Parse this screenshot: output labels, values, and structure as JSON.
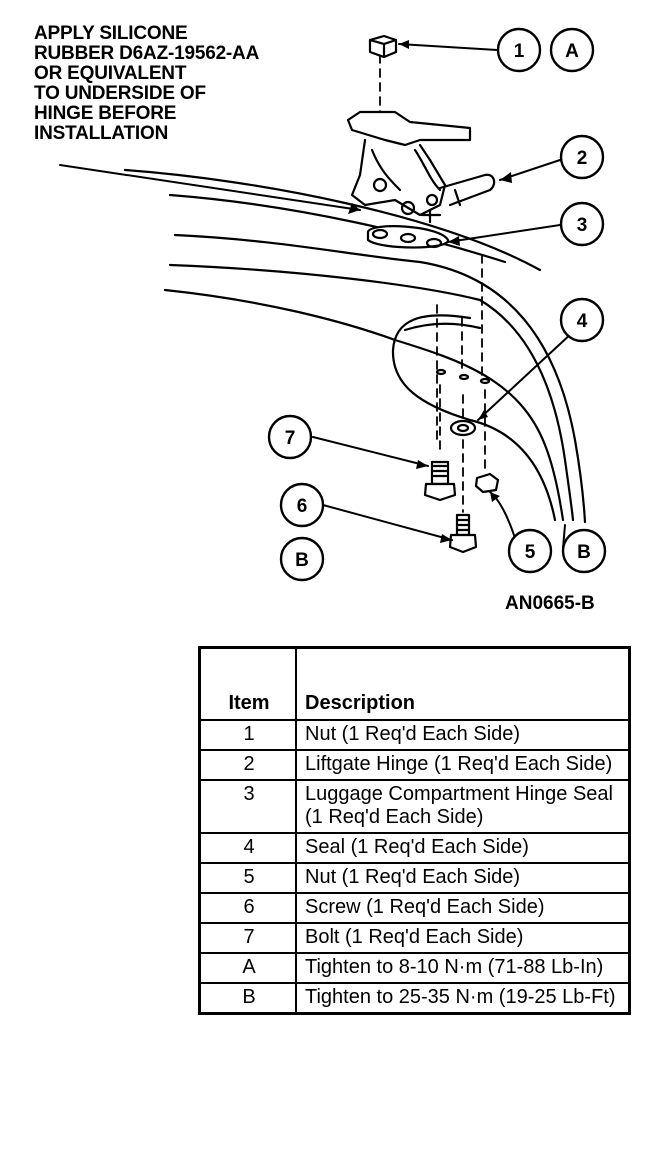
{
  "note": "APPLY SILICONE\nRUBBER D6AZ-19562-AA\nOR EQUIVALENT\nTO UNDERSIDE OF\nHINGE BEFORE\nINSTALLATION",
  "figure_id": "AN0665-B",
  "callouts": {
    "c1": "1",
    "cA_top": "A",
    "c2": "2",
    "c3": "3",
    "c4": "4",
    "c7": "7",
    "c6": "6",
    "cB_left": "B",
    "c5": "5",
    "cB_right": "B"
  },
  "table": {
    "headers": {
      "item": "Item",
      "description": "Description"
    },
    "rows": [
      {
        "item": "1",
        "description": "Nut (1 Req'd Each Side)"
      },
      {
        "item": "2",
        "description": "Liftgate Hinge (1 Req'd Each Side)"
      },
      {
        "item": "3",
        "description": "Luggage Compartment Hinge Seal (1 Req'd Each Side)"
      },
      {
        "item": "4",
        "description": "Seal (1 Req'd Each Side)"
      },
      {
        "item": "5",
        "description": "Nut (1 Req'd Each Side)"
      },
      {
        "item": "6",
        "description": "Screw (1 Req'd Each Side)"
      },
      {
        "item": "7",
        "description": "Bolt (1 Req'd Each Side)"
      },
      {
        "item": "A",
        "description": "Tighten to 8-10 N·m (71-88 Lb-In)"
      },
      {
        "item": "B",
        "description": "Tighten to 25-35 N·m (19-25 Lb-Ft)"
      }
    ]
  }
}
